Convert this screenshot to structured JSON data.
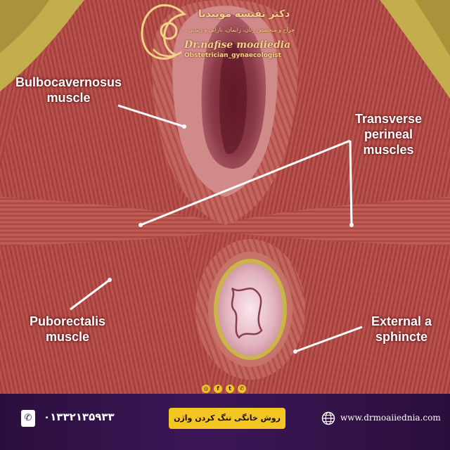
{
  "branding": {
    "name_fa": "دکتر نفیسه موییدیا",
    "subtitle_fa": "جراح و متخصص زنان، زایمان، نازایی و زیبایی",
    "name_en": "Dr.nafise moaiiedia",
    "subtitle_en": "Obstetrician_gynaecologist"
  },
  "labels": {
    "bulbocavernosus": [
      "Bulbocavernosus",
      "muscle"
    ],
    "transverse": [
      "Transverse",
      "perineal",
      "muscles"
    ],
    "puborectalis": [
      "Puborectalis",
      "muscle"
    ],
    "external": [
      "External a",
      "sphincte"
    ]
  },
  "footer": {
    "phone": "۰۱۳۳۲۱۳۵۹۳۳",
    "banner": "روش خانگی تنگ کردن واژن",
    "website": "www.drmoaiiednia.com",
    "social_icons": [
      "instagram-icon",
      "facebook-icon",
      "twitter-icon",
      "whatsapp-icon"
    ]
  },
  "colors": {
    "muscle": "#b8504b",
    "footer": "#3d1657",
    "accent": "#f3c623"
  }
}
